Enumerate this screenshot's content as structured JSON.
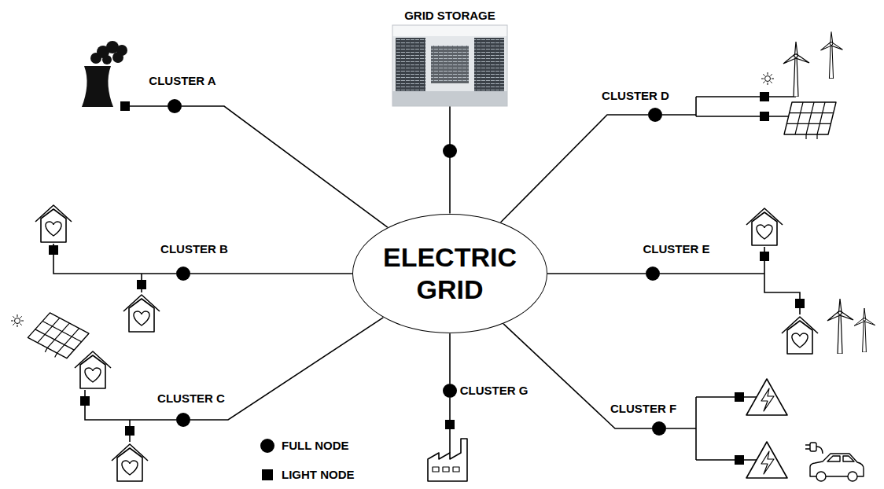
{
  "diagram": {
    "nodes": [
      {
        "text": [
          "ELECTRIC GRID"
        ]
      },
      {
        "text": [
          "GRID STORAGE"
        ]
      },
      {
        "text": [
          "CLUSTER A"
        ]
      },
      {
        "text": [
          "CLUSTER B"
        ]
      },
      {
        "text": [
          "CLUSTER C"
        ]
      },
      {
        "text": [
          "CLUSTER D"
        ]
      },
      {
        "text": [
          "CLUSTER E"
        ]
      },
      {
        "text": [
          "CLUSTER F"
        ]
      },
      {
        "text": [
          "CLUSTER G"
        ]
      }
    ],
    "edges": [
      {
        "from": 0,
        "to": 1,
        "arrow": "none"
      },
      {
        "from": 0,
        "to": 2,
        "arrow": "none"
      },
      {
        "from": 0,
        "to": 3,
        "arrow": "none"
      },
      {
        "from": 0,
        "to": 4,
        "arrow": "none"
      },
      {
        "from": 0,
        "to": 5,
        "arrow": "none"
      },
      {
        "from": 0,
        "to": 6,
        "arrow": "none"
      },
      {
        "from": 0,
        "to": 7,
        "arrow": "none"
      },
      {
        "from": 0,
        "to": 8,
        "arrow": "none"
      }
    ],
    "legend": [
      {
        "text": "FULL NODE"
      },
      {
        "text": "LIGHT NODE"
      }
    ]
  }
}
